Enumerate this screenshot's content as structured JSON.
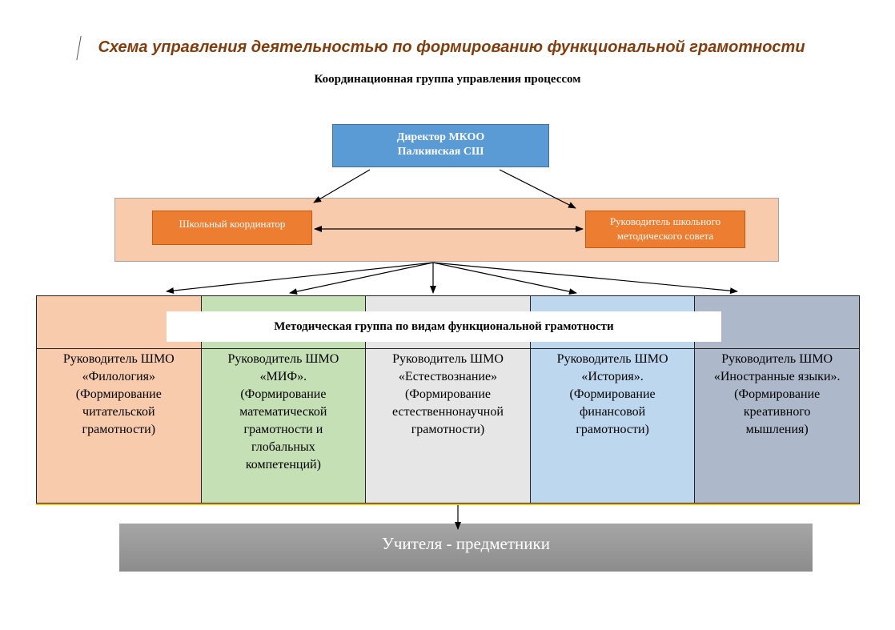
{
  "title": "Схема управления деятельностью по формированию функциональной грамотности",
  "subtitle": "Координационная группа управления процессом",
  "director": {
    "line1": "Директор МКОО",
    "line2": "Палкинская СШ"
  },
  "coordinator": "Школьный координатор",
  "council": {
    "line1": "Руководитель школьного",
    "line2": "методического совета"
  },
  "method_group": "Методическая группа по видам функциональной грамотности",
  "columns": [
    {
      "lines": [
        "Руководитель ШМО",
        "«Филология»",
        "(Формирование",
        "читательской",
        "грамотности)"
      ],
      "color": "#f8cbad"
    },
    {
      "lines": [
        "Руководитель ШМО",
        "«МИФ».",
        "(Формирование",
        "математической",
        "грамотности и",
        "глобальных",
        "компетенций)"
      ],
      "color": "#c5e0b4"
    },
    {
      "lines": [
        "Руководитель ШМО",
        "«Естествознание»",
        "(Формирование",
        "естественнонаучной",
        "грамотности)"
      ],
      "color": "#e7e6e6"
    },
    {
      "lines": [
        "Руководитель ШМО",
        "«История».",
        "(Формирование",
        "финансовой",
        "грамотности)"
      ],
      "color": "#bdd7ee"
    },
    {
      "lines": [
        "Руководитель ШМО",
        "«Иностранные языки».",
        "(Формирование",
        "креативного",
        "мышления)"
      ],
      "color": "#adb9ca"
    }
  ],
  "teachers": "Учителя - предметники"
}
